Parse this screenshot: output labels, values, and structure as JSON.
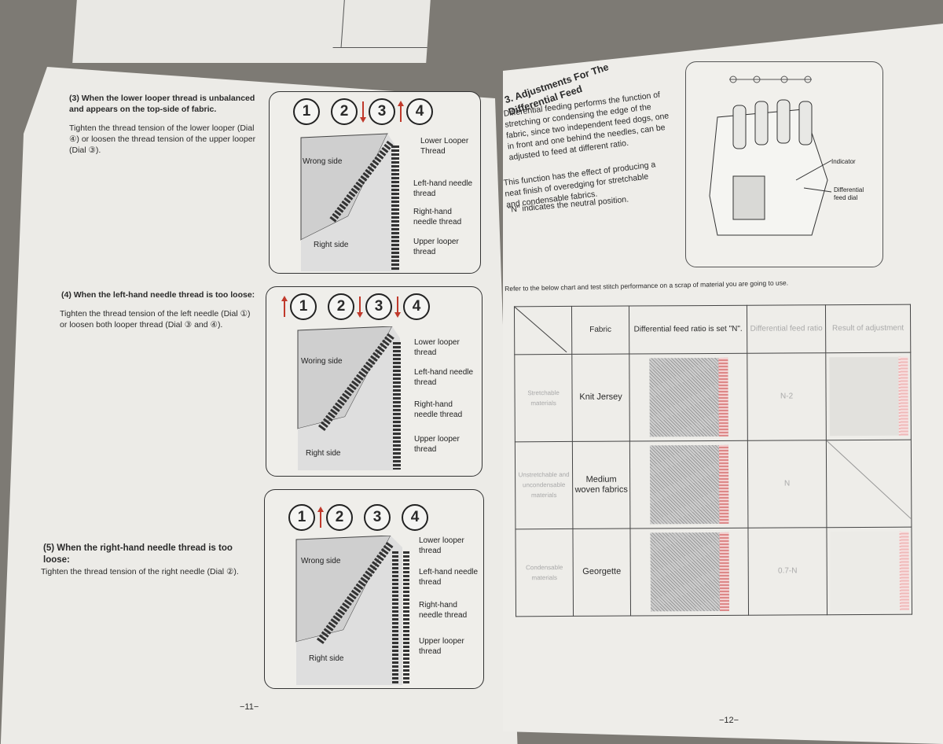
{
  "left": {
    "sec3_title": "(3) When the lower looper thread is unbalanced and appears on the top-side of fabric.",
    "sec3_body": "Tighten the thread tension of the lower looper (Dial ④) or loosen the thread tension of the upper looper (Dial ③).",
    "sec4_title": "(4) When the left-hand needle thread is too loose:",
    "sec4_body": "Tighten the thread tension of the left needle (Dial ①) or loosen both looper thread (Dial ③ and ④).",
    "sec5_title": "(5) When the right-hand needle thread is too loose:",
    "sec5_body": "Tighten the thread tension of the right needle (Dial ②).",
    "page_number": "−11−",
    "panels": [
      {
        "dials": [
          "1",
          "2",
          "3",
          "4"
        ],
        "wrong": "Wrong side",
        "right": "Right side",
        "labels": [
          "Lower Looper Thread",
          "Left-hand needle thread",
          "Right-hand needle thread",
          "Upper looper thread"
        ]
      },
      {
        "dials": [
          "1",
          "2",
          "3",
          "4"
        ],
        "wrong": "Woring side",
        "right": "Right side",
        "labels": [
          "Lower looper thread",
          "Left-hand needle thread",
          "Right-hand needle thread",
          "Upper looper thread"
        ]
      },
      {
        "dials": [
          "1",
          "2",
          "3",
          "4"
        ],
        "wrong": "Wrong side",
        "right": "Right side",
        "labels": [
          "Lower looper thread",
          "Left-hand needle thread",
          "Right-hand needle thread",
          "Upper looper thread"
        ]
      }
    ]
  },
  "right": {
    "heading": "3. Adjustments For The Differential Feed",
    "para1": "Differential feeding performs the function of stretching or condensing the edge of the fabric, since two independent feed dogs, one in front and one behind the needles, can be adjusted to feed at different ratio.",
    "para2": "This function has the effect of producing a neat finish of overedging for stretchable and condensable fabrics.",
    "para3": "\"N\" indicates the neutral position.",
    "indicator": "Indicator",
    "diff_dial": "Differential feed dial",
    "intro": "Refer to the below chart and test stitch performance on a scrap of material you are going to use.",
    "table": {
      "headers": [
        "Fabric",
        "Differential feed ratio is set \"N\".",
        "Differential feed ratio",
        "Result of adjustment"
      ],
      "rows": [
        {
          "material": "Stretchable materials",
          "fabric": "Knit Jersey",
          "ratio": "N-2"
        },
        {
          "material": "Unstretchable and uncondensable materials",
          "fabric": "Medium woven fabrics",
          "ratio": "N"
        },
        {
          "material": "Condensable materials",
          "fabric": "Georgette",
          "ratio": "0.7-N"
        }
      ]
    },
    "page_number": "−12−"
  },
  "colors": {
    "arrow": "#c0392b",
    "stitch_pink": "#d88080",
    "ink": "#2a2a2a"
  }
}
